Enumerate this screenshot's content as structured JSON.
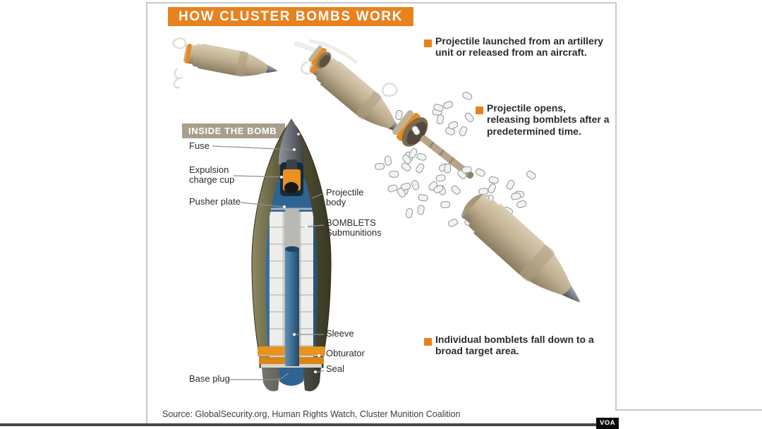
{
  "title": "HOW CLUSTER BOMBS WORK",
  "colors": {
    "accent": "#E8821F",
    "taupe": "#A79F8C",
    "ink": "#2B2B2B",
    "frame": "#C9C9C9",
    "bottom_bar": "#454545",
    "logo_bg": "#0A0A0A",
    "shell_tan": "#C2B294",
    "shell_olive": "#5E5B3B",
    "liner_blue": "#2F6391",
    "bomblet_silver": "#E8E8E6"
  },
  "steps": [
    {
      "icon": "orange-square-bullet",
      "text": "Projectile launched from an artillery unit or released from an aircraft."
    },
    {
      "icon": "orange-square-bullet",
      "text": "Projectile opens, releasing bomblets after a predetermined time."
    },
    {
      "icon": "orange-square-bullet",
      "text": "Individual bomblets fall down to a broad target area."
    }
  ],
  "inside": {
    "heading": "INSIDE THE BOMB",
    "labels": {
      "fuse": "Fuse",
      "expulsion_charge_cup": "Expulsion charge cup",
      "pusher_plate": "Pusher plate",
      "projectile_body": "Projectile body",
      "bomblets": "BOMBLETS Submunitions",
      "sleeve": "Sleeve",
      "obturator": "Obturator",
      "seal": "Seal",
      "base_plug": "Base plug"
    }
  },
  "source": "Source: GlobalSecurity.org, Human Rights Watch, Cluster Munition Coalition",
  "logo": "VOA"
}
